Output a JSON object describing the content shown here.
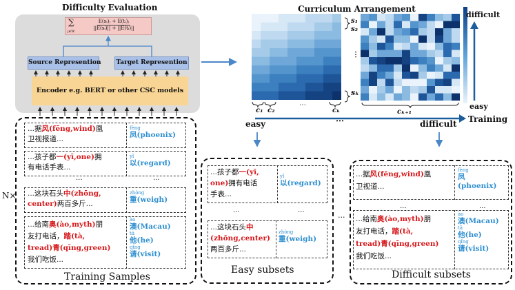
{
  "difficulty": {
    "title": "Difficulty Evaluation",
    "formula_sum": "∑",
    "formula_sub": "j∈W",
    "formula_num": "E(sᵢ)ⱼ + E(tᵢ)ⱼ",
    "formula_den": "||E(sᵢ)|| + ||E(tᵢ)||",
    "source_label": "Source Represention",
    "target_label": "Target Represention",
    "encoder_label": "Encoder e.g. BERT or other CSC models"
  },
  "curriculum": {
    "title": "Curriculum Arrangement",
    "s1": "s₁",
    "s2": "s₂",
    "vdots": "⋮",
    "sk": "sₖ",
    "c1": "c₁",
    "c2": "c₂",
    "hdots": "⋯",
    "ck": "cₖ",
    "ck1": "cₖ₊₁",
    "difficult": "difficult",
    "easy": "easy",
    "training": "Training",
    "axis_easy": "easy",
    "axis_difficult": "difficult",
    "axis_dots": "⋯"
  },
  "training": {
    "nx": "N×",
    "label": "Training Samples",
    "r1_a": "...据",
    "r1_red": "风(fēng,wind)",
    "r1_b": "凰",
    "r1_c": "卫视报道...",
    "r1_py": "fèng",
    "r1_tgt": "凤(phoenix)",
    "r2_a": "...孩子都",
    "r2_red": "一(yī,one)",
    "r2_b": "拥",
    "r2_c": "有电话手表...",
    "r2_py": "yǐ",
    "r2_tgt": "以(regard)",
    "dots": "...",
    "r3_a": "...这块石头",
    "r3_red": "中(zhōng,",
    "r3_red2": "center)",
    "r3_b": "两百多斤...",
    "r3_py": "zhòng",
    "r3_tgt": "重(weigh)",
    "r4_a": "...给南",
    "r4_red": "奥(ào,myth)",
    "r4_b": "朋",
    "r4_c": "友打电话，",
    "r4_red2": "踏(tà,",
    "r4_red3": "tread)",
    "r4_red4": "青(qīng,green)",
    "r4_d": "我们吃饭...",
    "r4_py1": "ào",
    "r4_tgt1": "澳(Macau)",
    "r4_py2": "tā",
    "r4_tgt2": "他(he)",
    "r4_py3": "qǐng",
    "r4_tgt3": "请(visit)"
  },
  "easy": {
    "label": "Easy subsets",
    "r1_a": "...孩子都",
    "r1_red": "一(yī,",
    "r1_red2": "one)",
    "r1_b": "拥有电话",
    "r1_c": "手表...",
    "r1_py": "yǐ",
    "r1_tgt": "以(regard)",
    "dots": "...",
    "r2_a": "...这块石头",
    "r2_red": "中",
    "r2_red2": "(zhōng,center)",
    "r2_b": "两百多斤...",
    "r2_py": "zhòng",
    "r2_tgt": "重(weigh)"
  },
  "difficult": {
    "label": "Difficult subsets",
    "between_dots": "...",
    "r1_a": "...据",
    "r1_red": "风(fēng,wind)",
    "r1_b": "凰",
    "r1_c": "卫视道...",
    "r1_py": "fèng",
    "r1_tgt": "凤",
    "r1_tgt2": "(phoenix)",
    "dots": "...",
    "r2_a": "...给南",
    "r2_red": "奥(ào,myth)",
    "r2_b": "朋",
    "r2_c": "友打电话，",
    "r2_red2": "踏(tà,",
    "r2_red3": "tread)",
    "r2_red4": "青(qīng,green)",
    "r2_d": "我们吃饭...",
    "r2_py1": "ào",
    "r2_tgt1": "澳(Macau)",
    "r2_py2": "tā",
    "r2_tgt2": "他(he)",
    "r2_py3": "qǐng",
    "r2_tgt3": "请(visit)"
  }
}
